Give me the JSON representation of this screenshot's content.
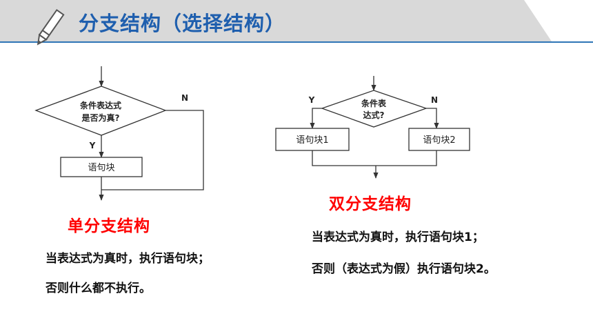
{
  "header": {
    "title": "分支结构（选择结构）",
    "title_color": "#1f5fae",
    "band_color": "#d9d9d9",
    "accent_line_color": "#2e75b6",
    "icon": "pencil-icon"
  },
  "single_branch": {
    "condition_line1": "条件表达式",
    "condition_line2": "是否为真?",
    "yes_label": "Y",
    "no_label": "N",
    "block_label": "语句块",
    "title": "单分支结构",
    "desc_line1": "当表达式为真时，执行语句块；",
    "desc_line2": "否则什么都不执行。"
  },
  "double_branch": {
    "condition_line1": "条件表",
    "condition_line2": "达式?",
    "yes_label": "Y",
    "no_label": "N",
    "block1_label": "语句块1",
    "block2_label": "语句块2",
    "title": "双分支结构",
    "desc_line1": "当表达式为真时，执行语句块1；",
    "desc_line2": "否则（表达式为假）执行语句块2。"
  },
  "colors": {
    "highlight_red": "#ff0000",
    "line": "#333333"
  }
}
